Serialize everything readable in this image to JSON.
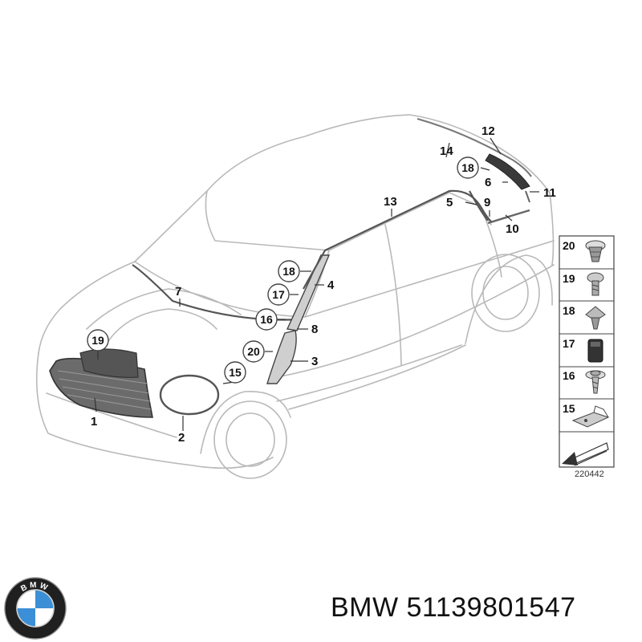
{
  "caption": {
    "brand": "BMW",
    "part_number": "51139801547"
  },
  "logo": {
    "text": "BMW",
    "colors": {
      "blue": "#3b8fd6",
      "white": "#ffffff",
      "ring": "#1a1a1a"
    }
  },
  "diagram": {
    "figure_code": "220442",
    "callouts": [
      {
        "id": "1",
        "label": "1"
      },
      {
        "id": "2",
        "label": "2"
      },
      {
        "id": "3",
        "label": "3"
      },
      {
        "id": "4",
        "label": "4"
      },
      {
        "id": "5",
        "label": "5"
      },
      {
        "id": "6",
        "label": "6"
      },
      {
        "id": "7",
        "label": "7"
      },
      {
        "id": "8",
        "label": "8"
      },
      {
        "id": "9",
        "label": "9"
      },
      {
        "id": "10",
        "label": "10"
      },
      {
        "id": "11",
        "label": "11"
      },
      {
        "id": "12",
        "label": "12"
      },
      {
        "id": "13",
        "label": "13"
      },
      {
        "id": "14",
        "label": "14"
      },
      {
        "id": "15",
        "label": "15"
      },
      {
        "id": "16",
        "label": "16"
      },
      {
        "id": "17",
        "label": "17"
      },
      {
        "id": "18a",
        "label": "18"
      },
      {
        "id": "18b",
        "label": "18"
      },
      {
        "id": "19",
        "label": "19"
      },
      {
        "id": "20",
        "label": "20"
      }
    ],
    "legend": [
      {
        "label": "20",
        "icon": "push-rivet-icon"
      },
      {
        "label": "19",
        "icon": "screw-icon"
      },
      {
        "label": "18",
        "icon": "expanding-rivet-icon"
      },
      {
        "label": "17",
        "icon": "rubber-grommet-icon"
      },
      {
        "label": "16",
        "icon": "collar-screw-icon"
      },
      {
        "label": "15",
        "icon": "bracket-clip-icon"
      },
      {
        "label": "",
        "icon": "direction-arrow-icon"
      }
    ]
  }
}
